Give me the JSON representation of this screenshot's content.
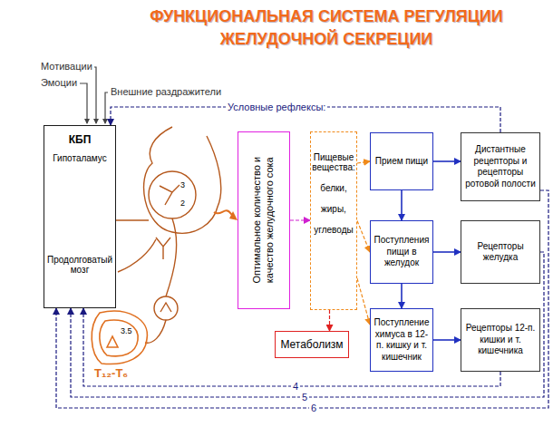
{
  "diagram": {
    "title": "ФУНКЦИОНАЛЬНАЯ СИСТЕМА РЕГУЛЯЦИИ ЖЕЛУДОЧНОЙ СЕКРЕЦИИ",
    "nodes": [
      {
        "text": [
          "КБП",
          "Гипоталамус",
          "Продолговатый мозг"
        ]
      },
      {
        "text": [
          "Оптимальное количество и качество желудочного сока"
        ]
      },
      {
        "text": [
          "Пищевые вещества:",
          "белки,",
          "жиры,",
          "углеводы"
        ]
      },
      {
        "text": [
          "Метаболизм"
        ]
      },
      {
        "text": [
          "Прием пищи"
        ]
      },
      {
        "text": [
          "Поступления пищи в желудок"
        ]
      },
      {
        "text": [
          "Поступление химуса в 12-п. кишку и т. кишечник"
        ]
      },
      {
        "text": [
          "Дистантные рецепторы и рецепторы ротовой полости"
        ]
      },
      {
        "text": [
          "Рецепторы желудка"
        ]
      },
      {
        "text": [
          "Рецепторы 12-п. кишки и т. кишечника"
        ]
      }
    ],
    "edges": [
      {
        "from": 1,
        "to": 2,
        "arrow": "to"
      },
      {
        "from": 2,
        "to": 4,
        "arrow": "to"
      },
      {
        "from": 2,
        "to": 5,
        "arrow": "to"
      },
      {
        "from": 2,
        "to": 6,
        "arrow": "to"
      },
      {
        "from": 2,
        "to": 3,
        "arrow": "to"
      },
      {
        "from": 4,
        "to": 7,
        "arrow": "to"
      },
      {
        "from": 5,
        "to": 8,
        "arrow": "to"
      },
      {
        "from": 6,
        "to": 9,
        "arrow": "to"
      },
      {
        "from": 4,
        "to": 5,
        "arrow": "to"
      },
      {
        "from": 5,
        "to": 6,
        "arrow": "to"
      },
      {
        "from": 7,
        "to": 0,
        "arrow": "to",
        "label": "Условные рефлексы:"
      },
      {
        "from": 9,
        "to": 0,
        "arrow": "to",
        "label": "4"
      },
      {
        "from": 8,
        "to": 0,
        "arrow": "to",
        "label": "5"
      },
      {
        "from": 7,
        "to": 0,
        "arrow": "to",
        "label": "6"
      }
    ],
    "labels": [
      "Мотивации",
      "Эмоции",
      "Внешние раздражители",
      "3",
      "2",
      "3.5",
      "T₁₂-T₆"
    ]
  }
}
